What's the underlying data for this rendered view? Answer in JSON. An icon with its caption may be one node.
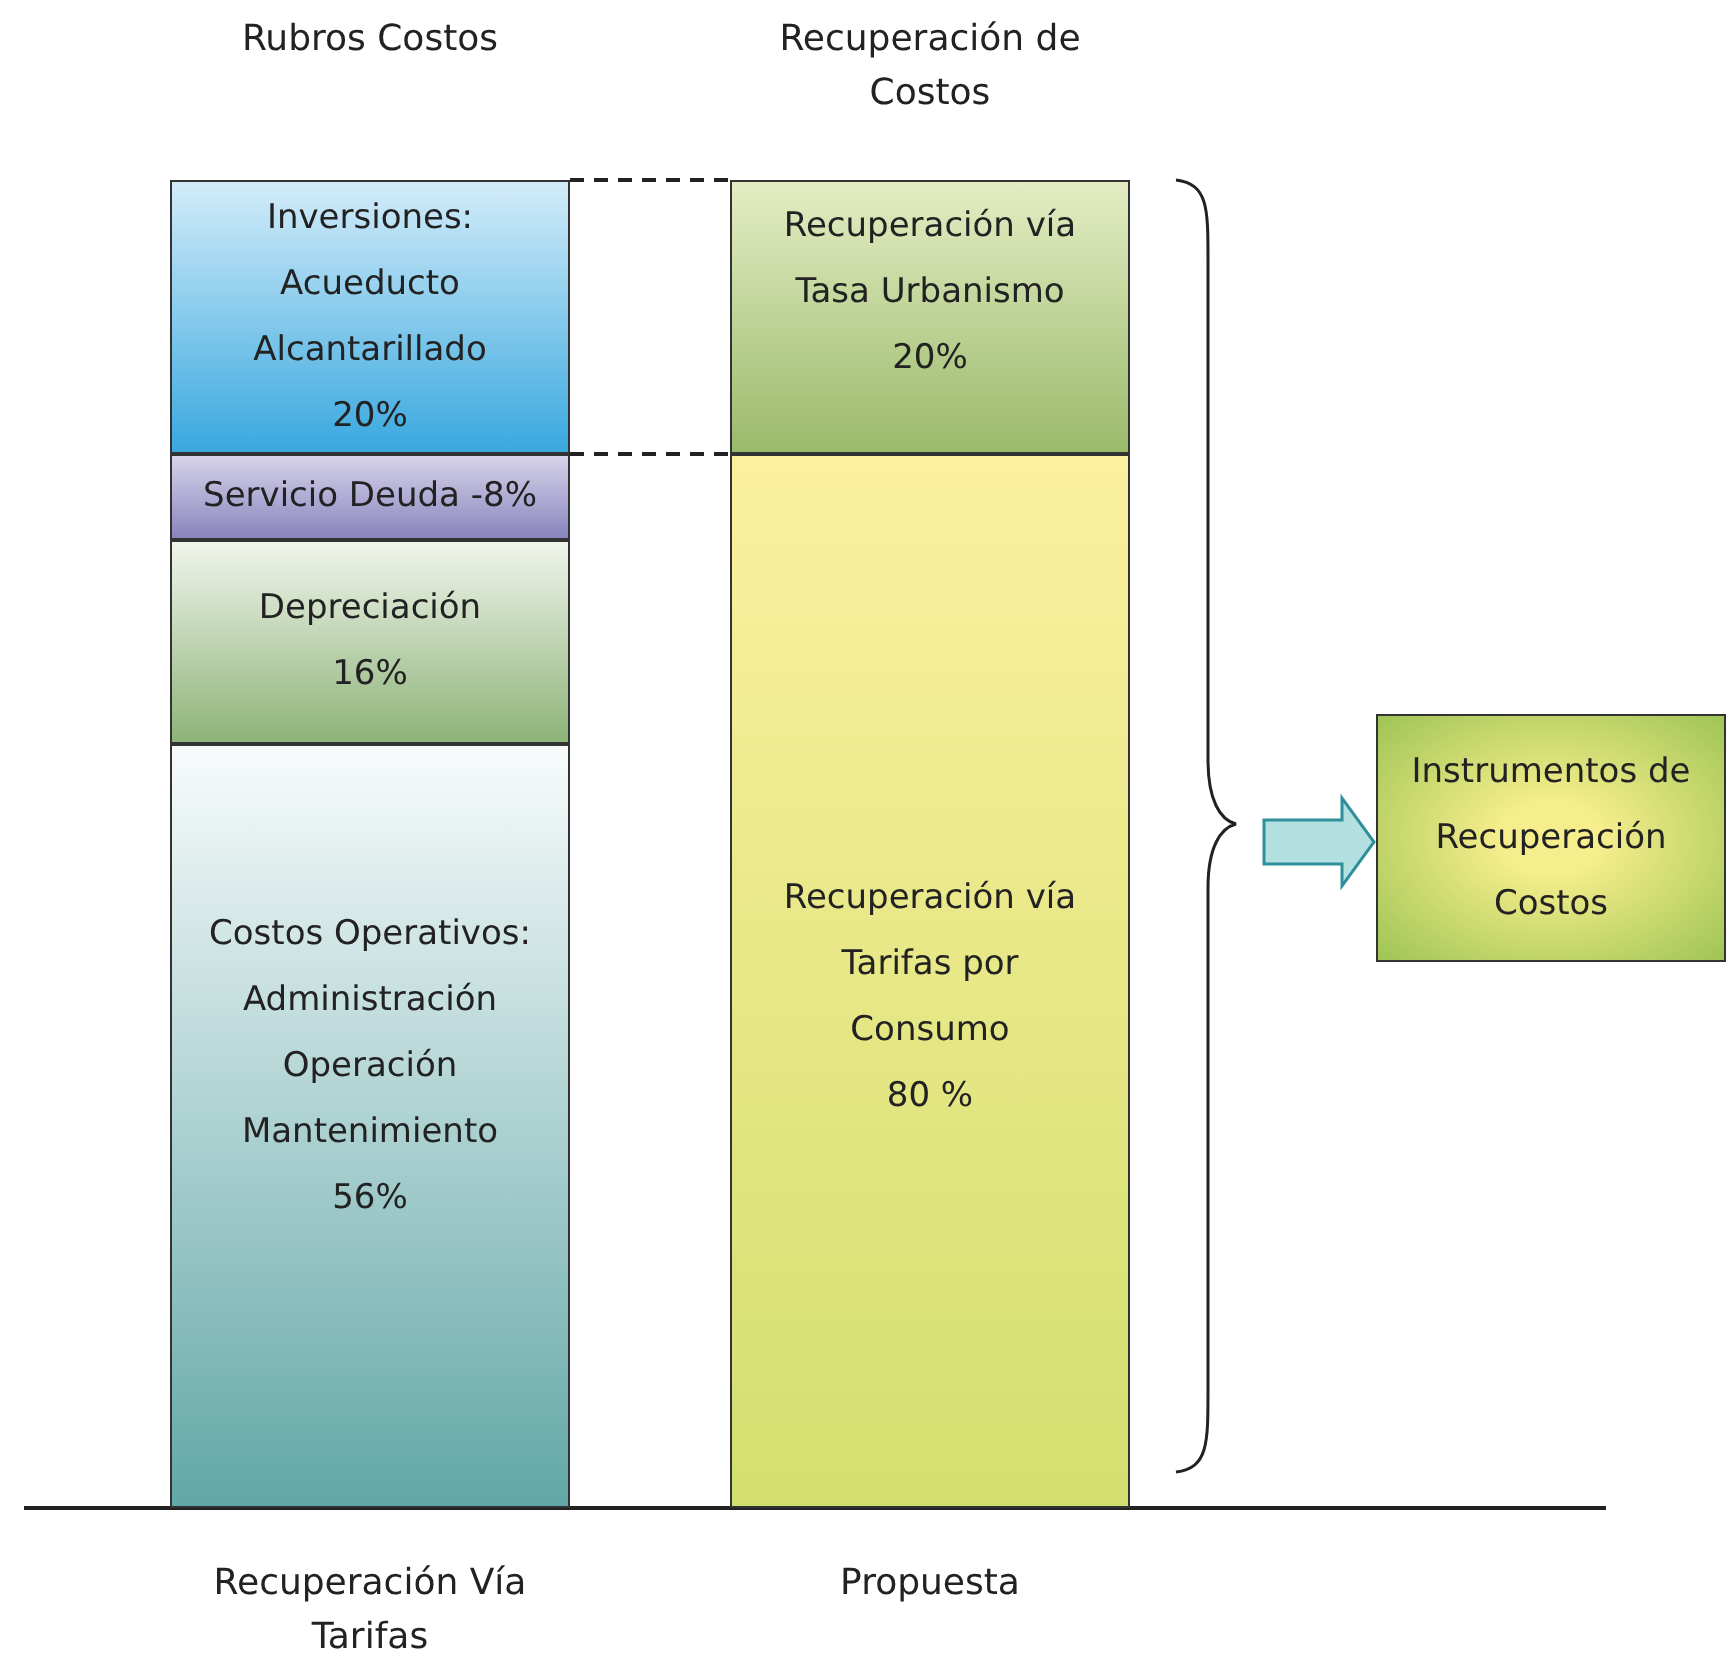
{
  "diagram": {
    "nodes": [
      {
        "text": [
          "Inversiones:",
          "Acueducto",
          "Alcantarillado",
          "20%"
        ]
      },
      {
        "text": [
          "Servicio Deuda -8%"
        ]
      },
      {
        "text": [
          "Depreciación",
          "16%"
        ]
      },
      {
        "text": [
          "Costos Operativos:",
          "Administración",
          "Operación",
          "Mantenimiento",
          "56%"
        ]
      },
      {
        "text": [
          "Recuperación vía Tasa Urbanismo",
          "20%"
        ]
      },
      {
        "text": [
          "Recuperación vía Tarifas por Consumo",
          "80 %"
        ]
      },
      {
        "text": [
          "Instrumentos de Recuperación Costos"
        ]
      }
    ],
    "edges": [
      {
        "from": 0,
        "to": 4,
        "arrow": "none",
        "style": "dashed"
      },
      {
        "from": 0,
        "to": 4,
        "arrow": "none",
        "style": "dashed"
      },
      {
        "from": null,
        "to": 6,
        "arrow": "to"
      }
    ],
    "labels": [
      "Rubros Costos",
      "Recuperación de Costos",
      "Recuperación Vía Tarifas",
      "Propuesta"
    ]
  }
}
